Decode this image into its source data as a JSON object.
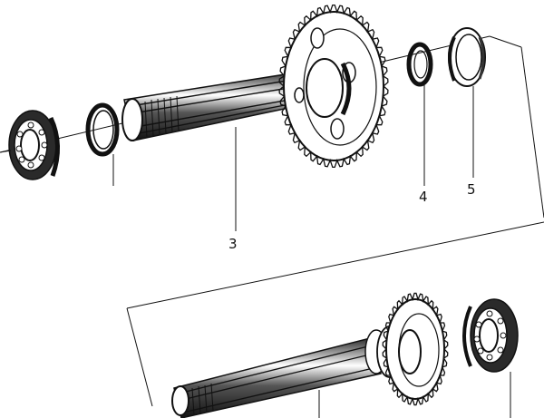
{
  "diagram": {
    "colors": {
      "ink": "#111111",
      "paper": "#ffffff",
      "shade": "#3a3a3a"
    },
    "callouts": [
      {
        "id": "3",
        "text": "3"
      },
      {
        "id": "4",
        "text": "4"
      },
      {
        "id": "5",
        "text": "5"
      }
    ],
    "parts": [
      {
        "name": "bearing-left-top"
      },
      {
        "name": "snap-ring-top"
      },
      {
        "name": "mainshaft-with-gear"
      },
      {
        "name": "spacer-ring"
      },
      {
        "name": "bearing-race"
      },
      {
        "name": "countershaft-with-gear"
      },
      {
        "name": "bearing-right-bottom"
      }
    ]
  }
}
